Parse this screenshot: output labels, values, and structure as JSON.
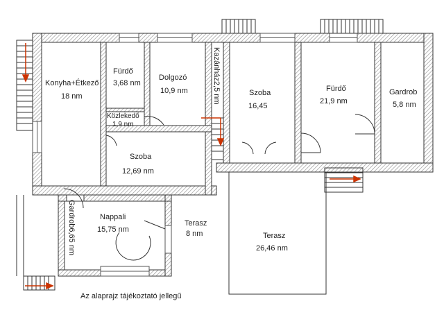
{
  "rooms": {
    "konyha": {
      "name": "Konyha+Étkező",
      "area": "18 nm"
    },
    "furdo1": {
      "name": "Fürdő",
      "area": "3,68  nm"
    },
    "dolgozo": {
      "name": "Dolgozó",
      "area": "10,9 nm"
    },
    "kazanhaz": {
      "name": "Kazánház2,5 nm"
    },
    "szoba1": {
      "name": "Szoba",
      "area": "16,45"
    },
    "furdo2": {
      "name": "Fürdő",
      "area": "21,9 nm"
    },
    "gardrob1": {
      "name": "Gardrob",
      "area": "5,8 nm"
    },
    "kozlekedo": {
      "name": "Közlekedő",
      "area": "1,9 nm"
    },
    "szoba2": {
      "name": "Szoba",
      "area": "12,69  nm"
    },
    "gardrob2": {
      "name": "Gardrob6,65 nm"
    },
    "nappali": {
      "name": "Nappali",
      "area": "15,75 nm"
    },
    "terasz1": {
      "name": "Terasz",
      "area": "8 nm"
    },
    "terasz2": {
      "name": "Terasz",
      "area": "26,46 nm"
    }
  },
  "note": "Az alaprajz tájékoztató jellegű",
  "colors": {
    "wall_hatch": "#bbbbbb",
    "wall_stroke": "#333333",
    "arrow": "#cc3300",
    "window": "#555555"
  }
}
